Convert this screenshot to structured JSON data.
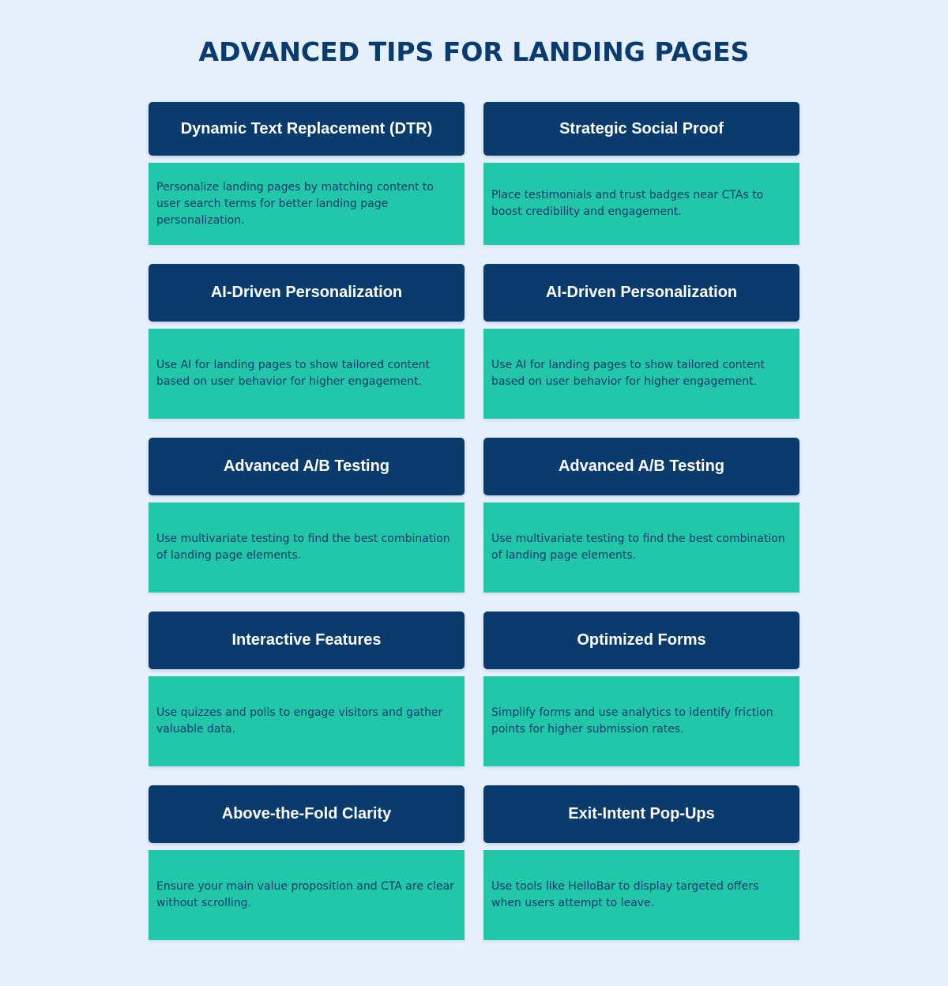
{
  "title": "ADVANCED TIPS FOR LANDING PAGES",
  "colors": {
    "background": "#e6f0fd",
    "header": "#093b6c",
    "body": "#21c7a8",
    "title": "#0a3b6e"
  },
  "rows": [
    {
      "left": {
        "header": "Dynamic Text Replacement (DTR)",
        "body": "Personalize landing pages by matching content to user search terms for better landing page personalization."
      },
      "right": {
        "header": "Strategic Social Proof",
        "body": "Place testimonials and trust badges near CTAs to boost credibility and engagement."
      }
    },
    {
      "left": {
        "header": "AI-Driven Personalization",
        "body": "Use AI for landing pages to show tailored content based on user behavior for higher engagement."
      },
      "right": {
        "header": "AI-Driven Personalization",
        "body": "Use AI for landing pages to show tailored content based on user behavior for higher engagement."
      }
    },
    {
      "left": {
        "header": "Advanced A/B Testing",
        "body": "Use multivariate testing to find the best combination of landing page elements."
      },
      "right": {
        "header": "Advanced A/B Testing",
        "body": "Use multivariate testing to find the best combination of landing page elements."
      }
    },
    {
      "left": {
        "header": "Interactive Features",
        "body": "Use quizzes and polls to engage visitors and gather valuable data."
      },
      "right": {
        "header": "Optimized Forms",
        "body": "Simplify forms and use analytics to identify friction points for higher submission rates."
      }
    },
    {
      "left": {
        "header": "Above-the-Fold Clarity",
        "body": "Ensure your main value proposition and CTA are clear without scrolling."
      },
      "right": {
        "header": "Exit-Intent Pop-Ups",
        "body": "Use tools like HelloBar to display targeted offers when users attempt to leave."
      }
    }
  ]
}
